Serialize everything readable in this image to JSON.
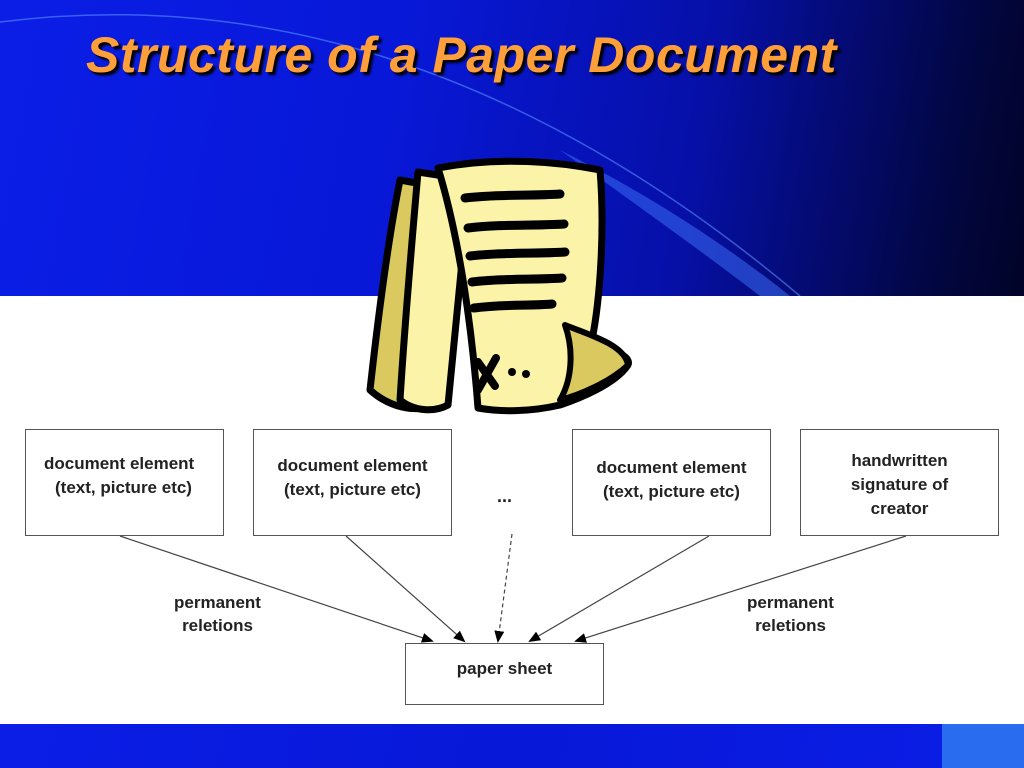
{
  "slide": {
    "title": "Structure of a Paper Document"
  },
  "icons": {
    "clipart": "document-scroll-icon"
  },
  "diagram": {
    "elements": [
      {
        "line1": "document element",
        "line2": "(text, picture etc)"
      },
      {
        "line1": "document element",
        "line2": "(text, picture etc)"
      },
      {
        "line1": "document element",
        "line2": "(text, picture etc)"
      }
    ],
    "ellipsis": "...",
    "signature": {
      "line1": "handwritten",
      "line2": "signature of",
      "line3": "creator"
    },
    "relations_left": {
      "line1": "permanent",
      "line2": "reletions"
    },
    "relations_right": {
      "line1": "permanent",
      "line2": "reletions"
    },
    "target": "paper sheet"
  },
  "colors": {
    "title": "#ff9f3a",
    "background": "#0818d8",
    "clipart_fill": "#fbf3a8",
    "clipart_shadow": "#d9c95f"
  }
}
